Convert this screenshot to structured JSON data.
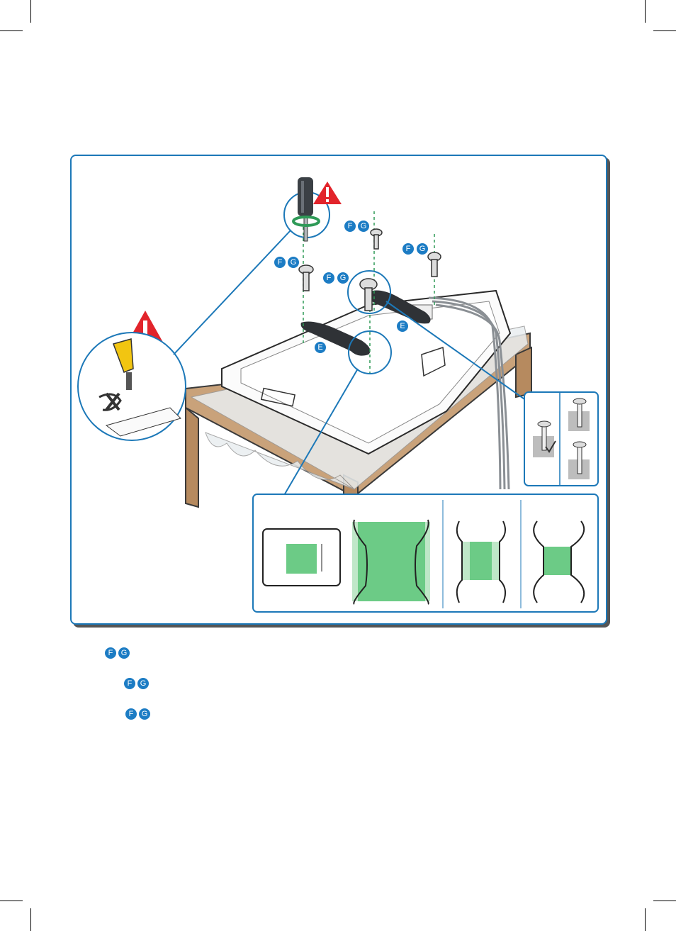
{
  "colors": {
    "accent_blue": "#1c7cc4",
    "panel_border": "#1c78b8",
    "warning_red": "#e2242b",
    "highlight_green": "#6ccb86",
    "table_wood": "#c9a27a",
    "stand_dark": "#2f3236"
  },
  "icons": {
    "warning": "warning-triangle-icon",
    "screwdriver": "screwdriver-icon",
    "power_drill": "power-drill-icon",
    "prohibited": "prohibited-x-icon",
    "rotate": "rotate-arrow-icon"
  },
  "labels": {
    "screw_f": "F",
    "screw_g": "G",
    "stand_e": "E"
  },
  "legend": [
    {
      "label_a": "F",
      "label_b": "G"
    },
    {
      "label_a": "F",
      "label_b": "G"
    },
    {
      "label_a": "F",
      "label_b": "G"
    }
  ]
}
